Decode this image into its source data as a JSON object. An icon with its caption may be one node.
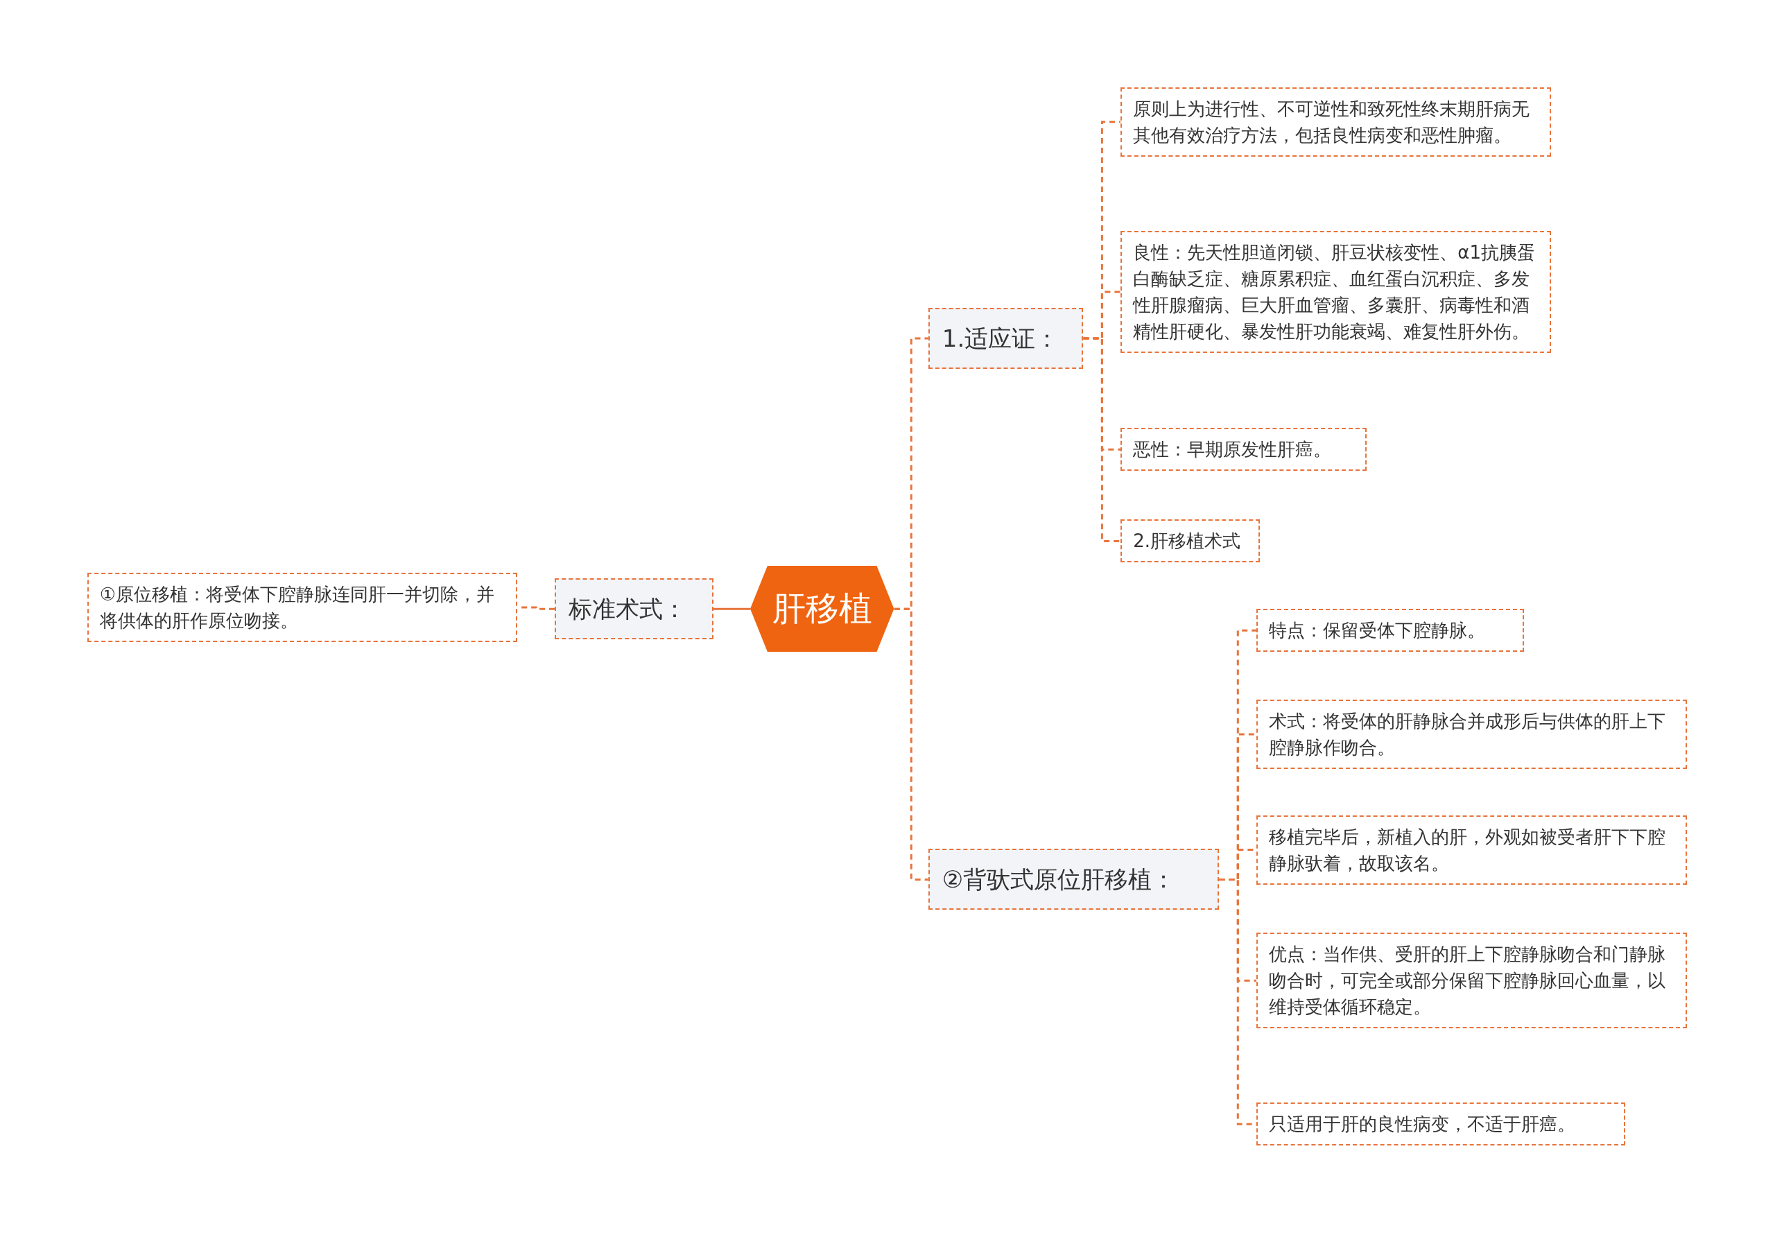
{
  "diagram": {
    "nodes": [
      {
        "text": [
          "肝移植"
        ]
      },
      {
        "text": [
          "1.适应证："
        ]
      },
      {
        "text": [
          "原则上为进行性、不可逆性和致死性终末期肝病无其他有效治疗方法，包括良性病变和恶性肿瘤。"
        ]
      },
      {
        "text": [
          "良性：先天性胆道闭锁、肝豆状核变性、α1抗胰蛋白酶缺乏症、糖原累积症、血红蛋白沉积症、多发性肝腺瘤病、巨大肝血管瘤、多囊肝、病毒性和酒精性肝硬化、暴发性肝功能衰竭、难复性肝外伤。"
        ]
      },
      {
        "text": [
          "恶性：早期原发性肝癌。"
        ]
      },
      {
        "text": [
          "2.肝移植术式"
        ]
      },
      {
        "text": [
          "②背驮式原位肝移植："
        ]
      },
      {
        "text": [
          "特点：保留受体下腔静脉。"
        ]
      },
      {
        "text": [
          "术式：将受体的肝静脉合并成形后与供体的肝上下腔静脉作吻合。"
        ]
      },
      {
        "text": [
          "移植完毕后，新植入的肝，外观如被受者肝下下腔静脉驮着，故取该名。"
        ]
      },
      {
        "text": [
          "优点：当作供、受肝的肝上下腔静脉吻合和门静脉吻合时，可完全或部分保留下腔静脉回心血量，以维持受体循环稳定。"
        ]
      },
      {
        "text": [
          "只适用于肝的良性病变，不适于肝癌。"
        ]
      },
      {
        "text": [
          "标准术式："
        ]
      },
      {
        "text": [
          "①原位移植：将受体下腔静脉连同肝一并切除，并将供体的肝作原位吻接。"
        ]
      }
    ],
    "edges": [
      {
        "from": 0,
        "to": 1,
        "arrow": "none",
        "style": "dashed"
      },
      {
        "from": 1,
        "to": 2,
        "arrow": "none",
        "style": "dashed"
      },
      {
        "from": 1,
        "to": 3,
        "arrow": "none",
        "style": "dashed"
      },
      {
        "from": 1,
        "to": 4,
        "arrow": "none",
        "style": "dashed"
      },
      {
        "from": 1,
        "to": 5,
        "arrow": "none",
        "style": "dashed"
      },
      {
        "from": 0,
        "to": 6,
        "arrow": "none",
        "style": "dashed"
      },
      {
        "from": 6,
        "to": 7,
        "arrow": "none",
        "style": "dashed"
      },
      {
        "from": 6,
        "to": 8,
        "arrow": "none",
        "style": "dashed"
      },
      {
        "from": 6,
        "to": 9,
        "arrow": "none",
        "style": "dashed"
      },
      {
        "from": 6,
        "to": 10,
        "arrow": "none",
        "style": "dashed"
      },
      {
        "from": 6,
        "to": 11,
        "arrow": "none",
        "style": "dashed"
      },
      {
        "from": 0,
        "to": 12,
        "arrow": "none"
      },
      {
        "from": 12,
        "to": 13,
        "arrow": "none",
        "style": "dashed"
      }
    ]
  }
}
